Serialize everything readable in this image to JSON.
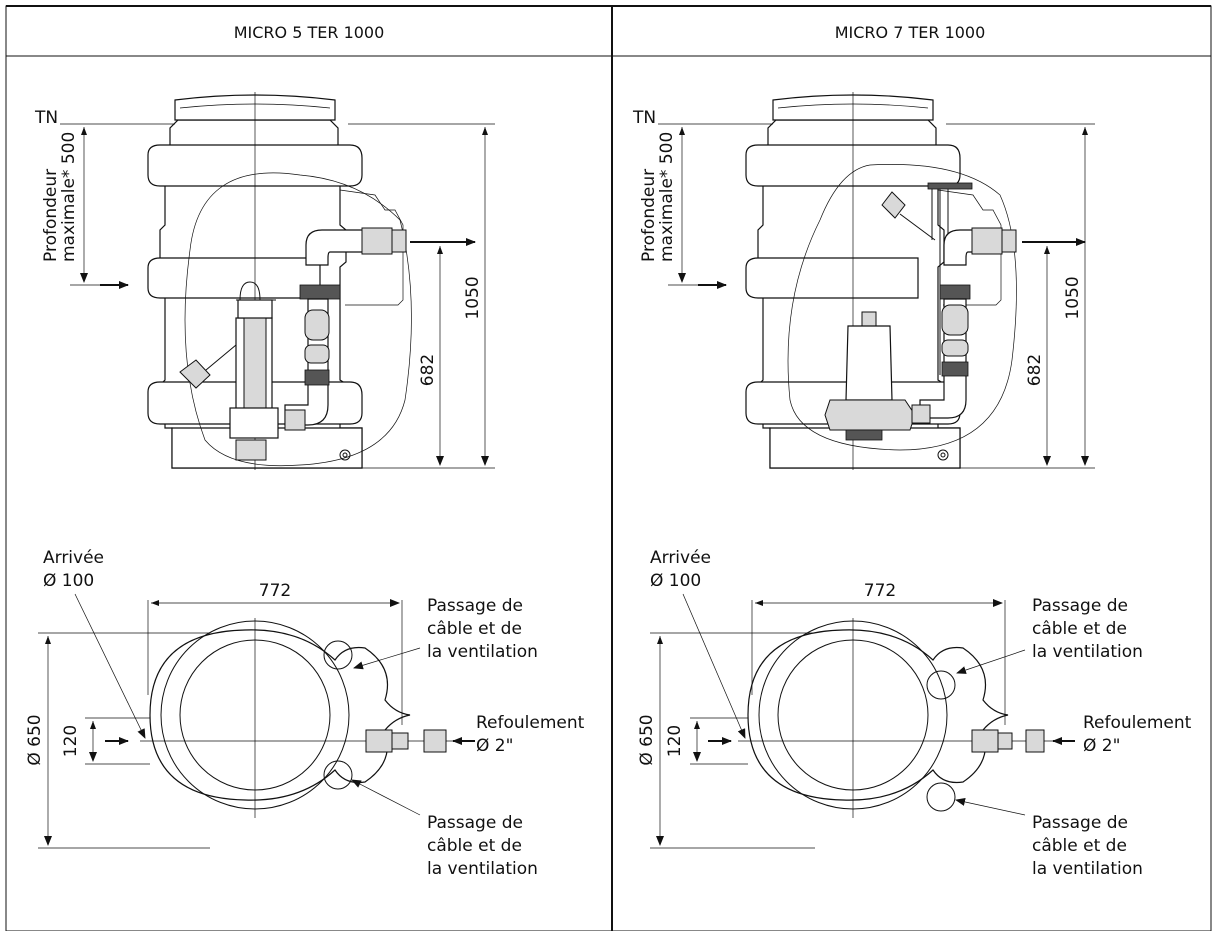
{
  "panels": [
    {
      "title": "MICRO 5 TER 1000",
      "side": {
        "tn": "TN",
        "depth_label_line1": "Profondeur",
        "depth_label_line2": "maximale* 500",
        "dim_total": "1050",
        "dim_outlet": "682"
      },
      "top": {
        "inlet_line1": "Arrivée",
        "inlet_line2": "Ø 100",
        "dim_width": "772",
        "dim_diameter": "Ø 650",
        "dim_offset": "120",
        "cable_top": [
          "Passage de",
          "câble et de",
          "la ventilation"
        ],
        "outlet_line1": "Refoulement",
        "outlet_line2": "Ø 2\"",
        "cable_bottom": [
          "Passage de",
          "câble et de",
          "la ventilation"
        ]
      }
    },
    {
      "title": "MICRO 7 TER 1000",
      "side": {
        "tn": "TN",
        "depth_label_line1": "Profondeur",
        "depth_label_line2": "maximale* 500",
        "dim_total": "1050",
        "dim_outlet": "682"
      },
      "top": {
        "inlet_line1": "Arrivée",
        "inlet_line2": "Ø 100",
        "dim_width": "772",
        "dim_diameter": "Ø 650",
        "dim_offset": "120",
        "cable_top": [
          "Passage de",
          "câble et de",
          "la ventilation"
        ],
        "outlet_line1": "Refoulement",
        "outlet_line2": "Ø 2\"",
        "cable_bottom": [
          "Passage de",
          "câble et de",
          "la ventilation"
        ]
      }
    }
  ]
}
